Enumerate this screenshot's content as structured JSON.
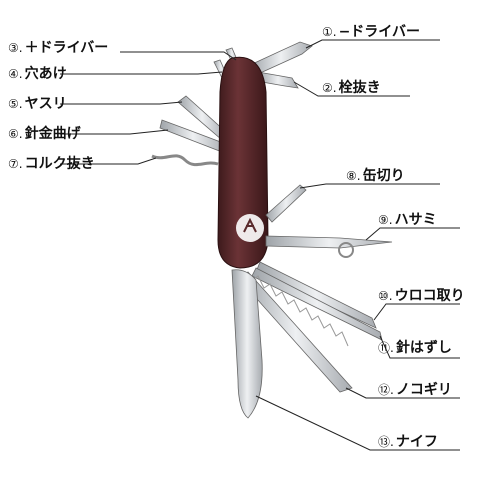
{
  "labels": [
    {
      "num": "①.",
      "text": "−ドライバー"
    },
    {
      "num": "②.",
      "text": "栓抜き"
    },
    {
      "num": "③.",
      "text": "＋ドライバー"
    },
    {
      "num": "④.",
      "text": "穴あけ"
    },
    {
      "num": "⑤.",
      "text": "ヤスリ"
    },
    {
      "num": "⑥.",
      "text": "針金曲げ"
    },
    {
      "num": "⑦.",
      "text": "コルク抜き"
    },
    {
      "num": "⑧.",
      "text": "缶切り"
    },
    {
      "num": "⑨.",
      "text": "ハサミ"
    },
    {
      "num": "⑩.",
      "text": "ウロコ取り"
    },
    {
      "num": "⑪.",
      "text": "針はずし"
    },
    {
      "num": "⑫.",
      "text": "ノコギリ"
    },
    {
      "num": "⑬.",
      "text": "ナイフ"
    }
  ],
  "colors": {
    "handle": "#5a2a2c",
    "steel": "#c9ccd0",
    "line": "#222222"
  }
}
